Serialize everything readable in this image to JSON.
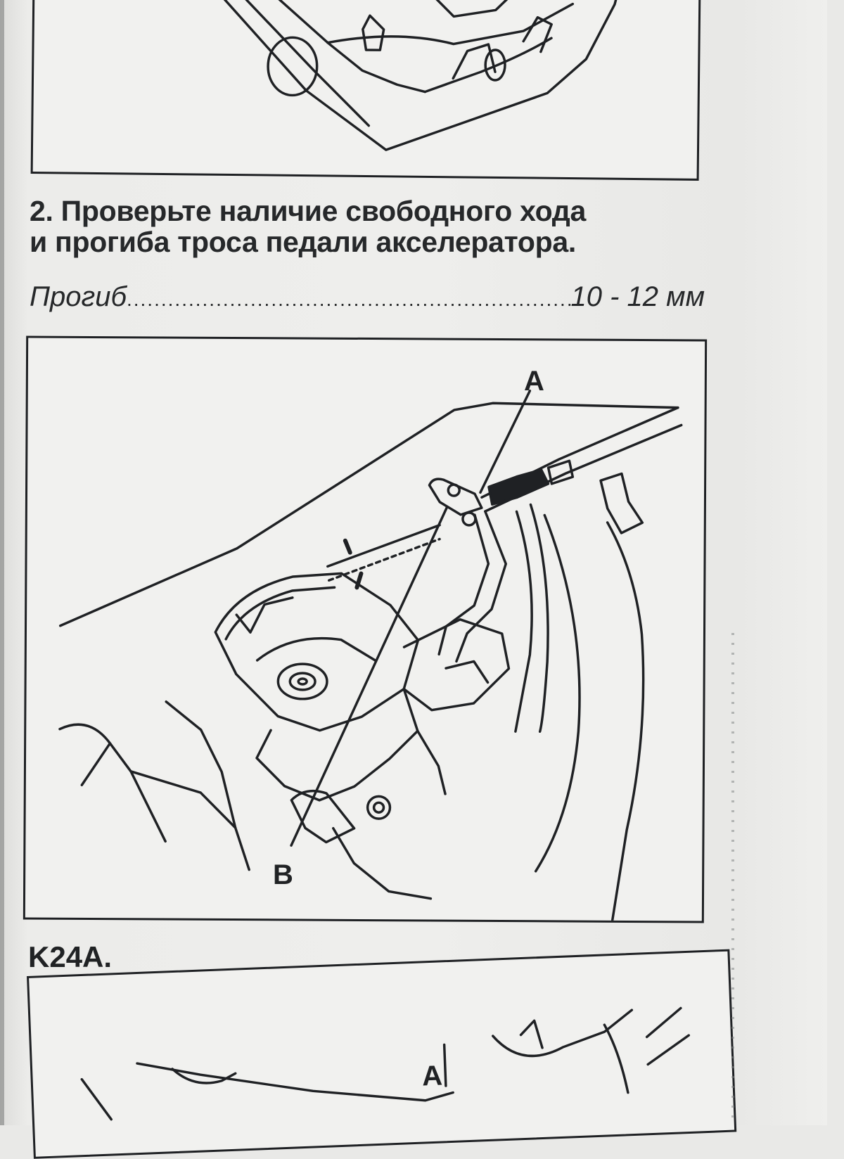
{
  "page": {
    "step": {
      "number": "2.",
      "text_line1": "2. Проверьте наличие свободного хода",
      "text_line2": "и прогиба троса педали акселератора."
    },
    "spec": {
      "label": "Прогиб",
      "dots": "......................................................................",
      "value": "10 - 12 мм"
    },
    "figure_main": {
      "callouts": [
        "A",
        "B"
      ]
    },
    "caption": "K24A.",
    "figure_bottom": {
      "callouts": [
        "A"
      ]
    }
  }
}
